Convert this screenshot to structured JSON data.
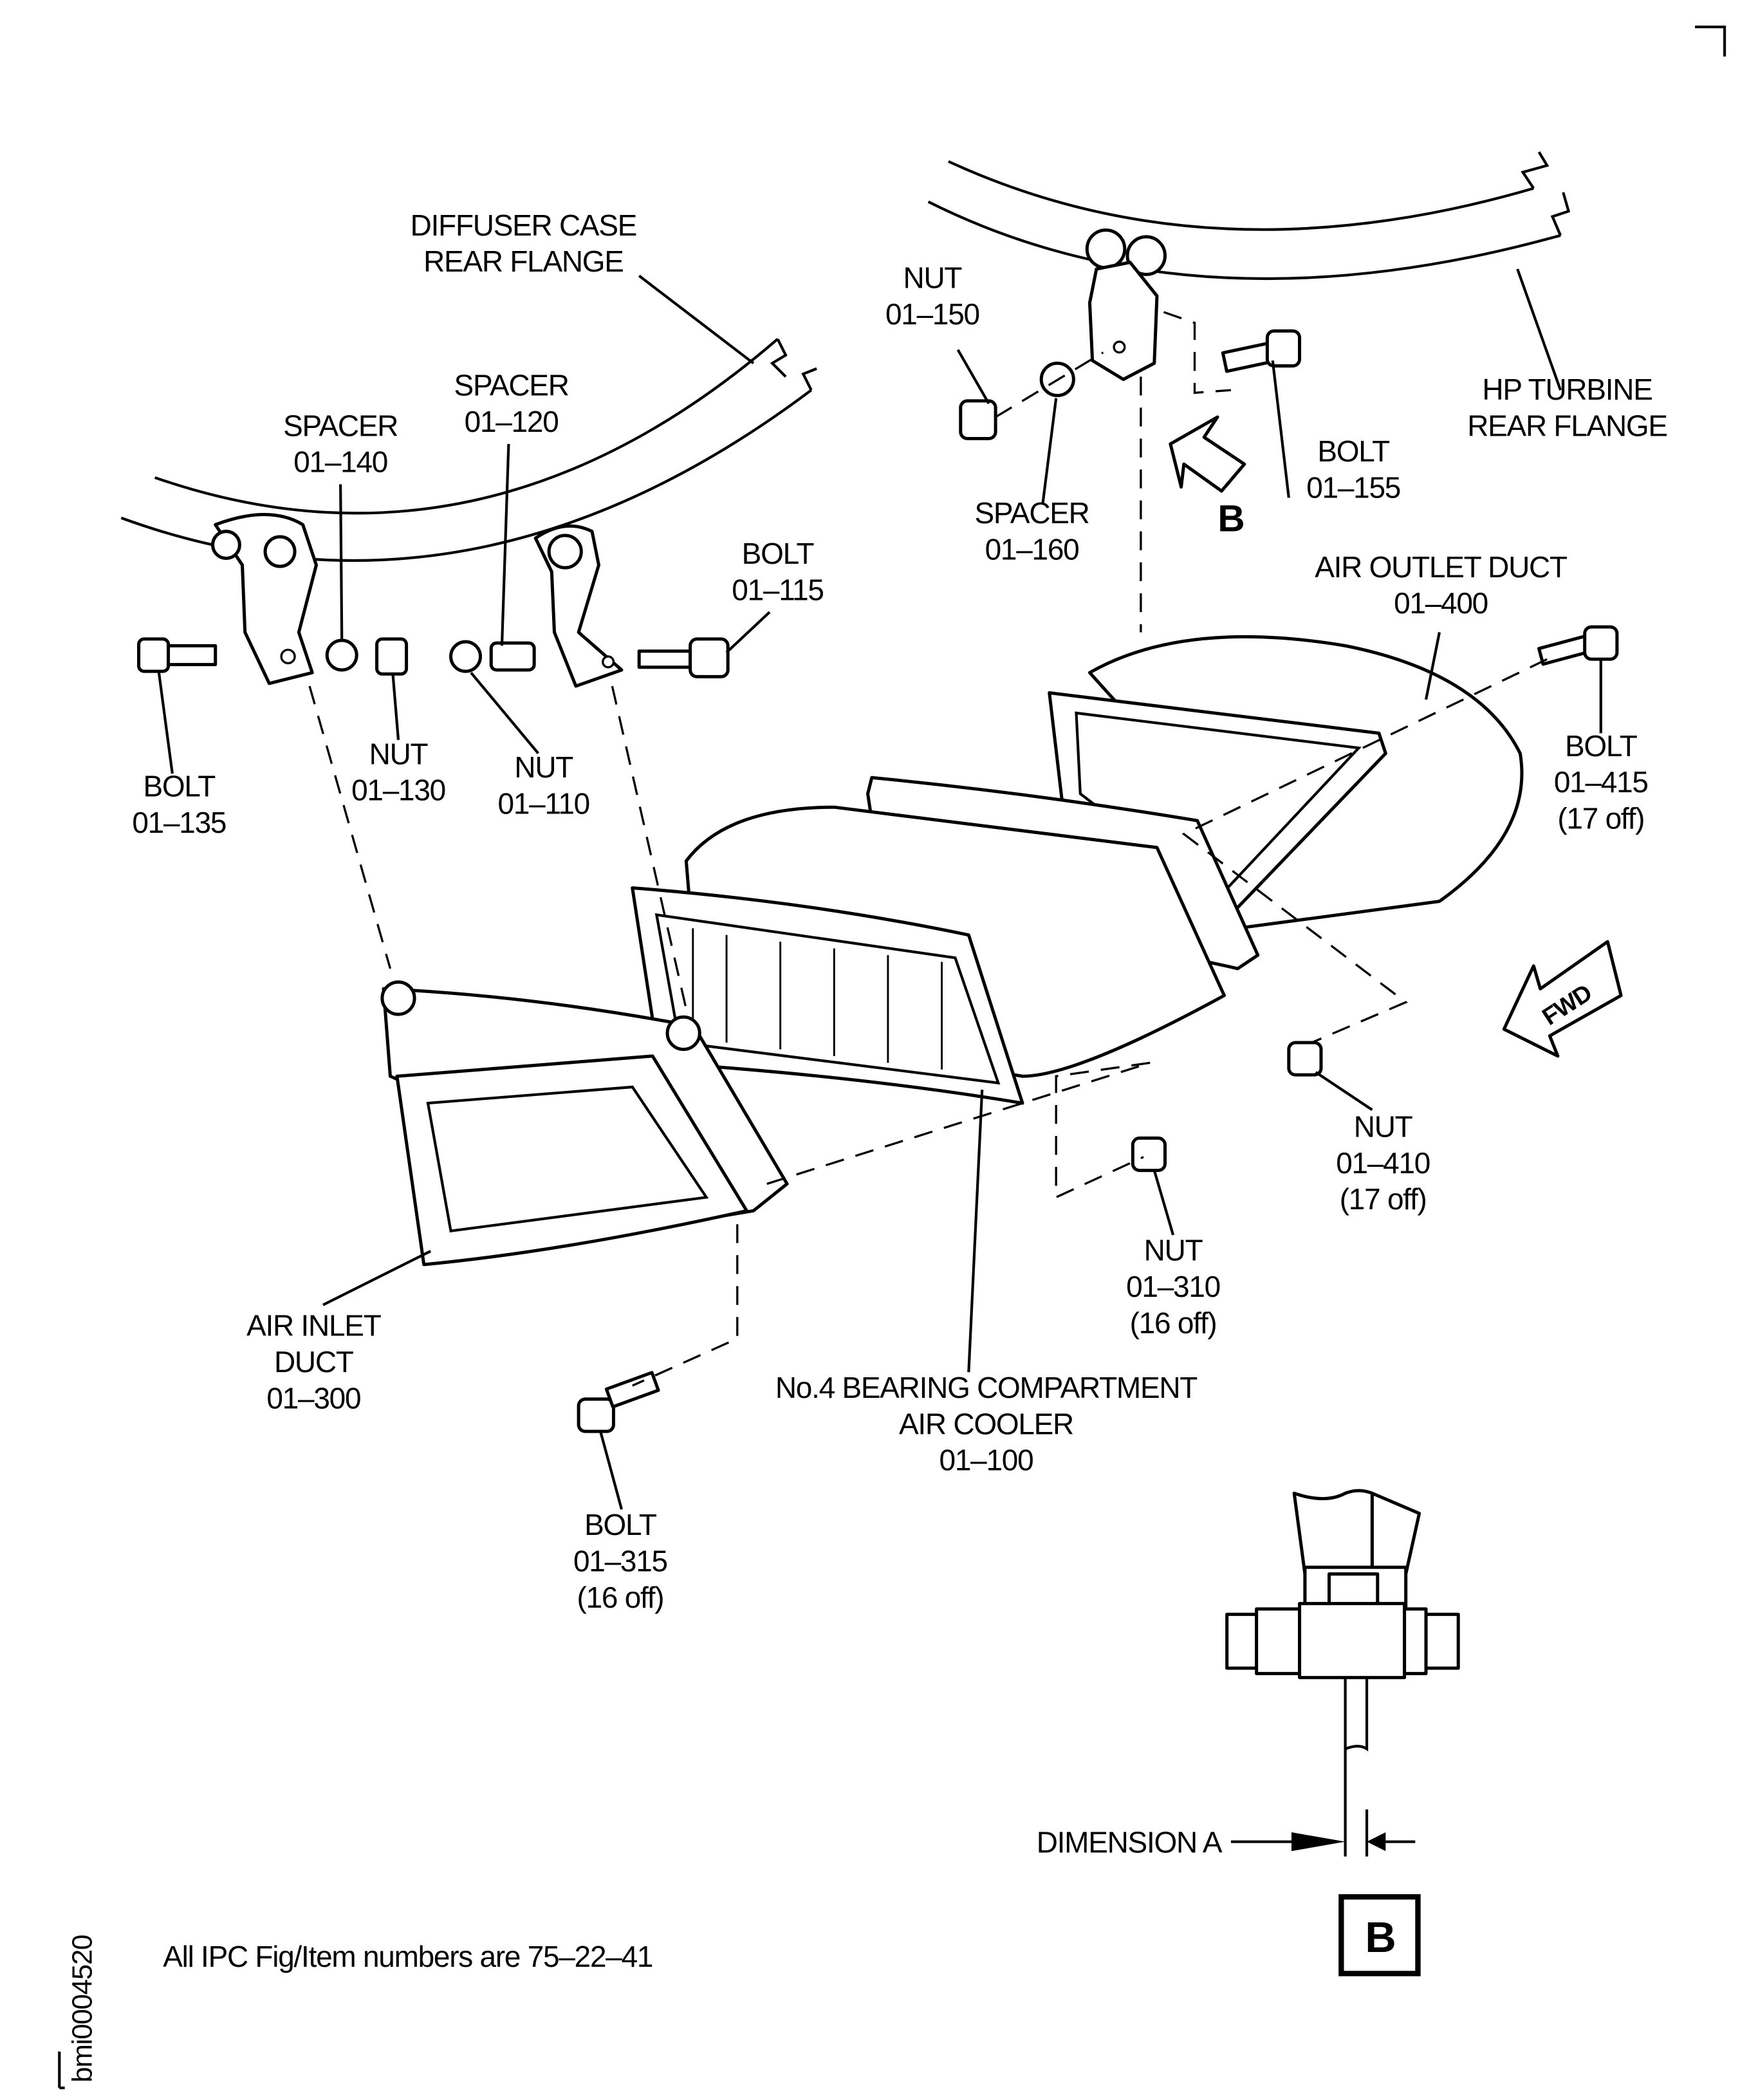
{
  "labels": {
    "diffuser_case": {
      "lines": [
        "DIFFUSER CASE",
        "REAR FLANGE"
      ]
    },
    "hp_turbine": {
      "lines": [
        "HP TURBINE",
        "REAR FLANGE"
      ]
    },
    "nut_150": {
      "lines": [
        "NUT",
        "01–150"
      ]
    },
    "spacer_120": {
      "lines": [
        "SPACER",
        "01–120"
      ]
    },
    "spacer_140": {
      "lines": [
        "SPACER",
        "01–140"
      ]
    },
    "bolt_155": {
      "lines": [
        "BOLT",
        "01–155"
      ]
    },
    "spacer_160": {
      "lines": [
        "SPACER",
        "01–160"
      ]
    },
    "view_b_arrow": {
      "lines": [
        "B"
      ]
    },
    "bolt_115": {
      "lines": [
        "BOLT",
        "01–115"
      ]
    },
    "air_outlet_duct": {
      "lines": [
        "AIR OUTLET DUCT",
        "01–400"
      ]
    },
    "bolt_415": {
      "lines": [
        "BOLT",
        "01–415",
        "(17 off)"
      ]
    },
    "nut_130": {
      "lines": [
        "NUT",
        "01–130"
      ]
    },
    "nut_110": {
      "lines": [
        "NUT",
        "01–110"
      ]
    },
    "bolt_135": {
      "lines": [
        "BOLT",
        "01–135"
      ]
    },
    "nut_410": {
      "lines": [
        "NUT",
        "01–410",
        "(17 off)"
      ]
    },
    "nut_310": {
      "lines": [
        "NUT",
        "01–310",
        "(16 off)"
      ]
    },
    "air_inlet_duct": {
      "lines": [
        "AIR INLET",
        "DUCT",
        "01–300"
      ]
    },
    "air_cooler": {
      "lines": [
        "No.4 BEARING COMPARTMENT",
        "AIR COOLER",
        "01–100"
      ]
    },
    "bolt_315": {
      "lines": [
        "BOLT",
        "01–315",
        "(16 off)"
      ]
    },
    "dimension_a": {
      "lines": [
        "DIMENSION A"
      ]
    }
  },
  "fwd_arrow": "FWD",
  "view_box_label": "B",
  "footer_note": "All IPC Fig/Item numbers are 75–22–41",
  "drawing_id": "bmi0004520",
  "icons": {
    "fwd": "forward-direction-arrow",
    "view": "view-direction-arrow"
  }
}
